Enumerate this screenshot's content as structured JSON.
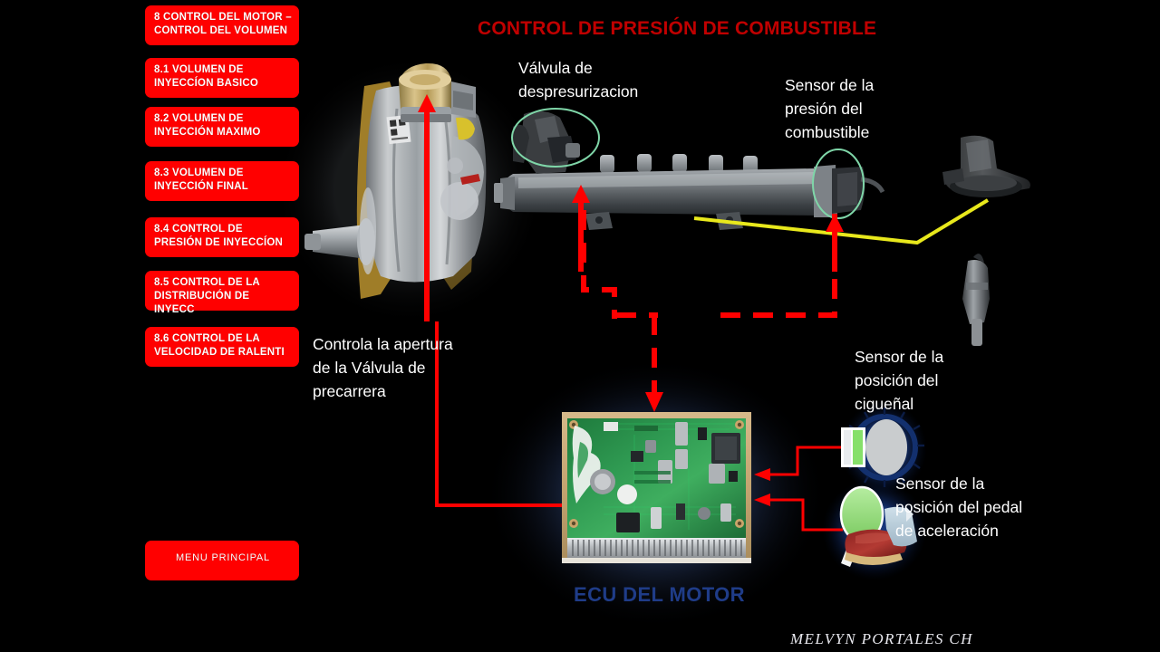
{
  "page": {
    "background": "#000000",
    "title": "CONTROL DE PRESIÓN DE COMBUSTIBLE",
    "title_color": "#C00000",
    "signature": "MELVYN  PORTALES CH"
  },
  "sidebar": {
    "accent_color": "#FF0000",
    "items": [
      {
        "label": "8 CONTROL DEL MOTOR –\nCONTROL DEL VOLUMEN"
      },
      {
        "label": "8.1 VOLUMEN DE\nINYECCÍON BASICO"
      },
      {
        "label": "8.2  VOLUMEN DE\nINYECCIÓN MAXIMO"
      },
      {
        "label": "8.3 VOLUMEN DE\nINYECCIÓN FINAL"
      },
      {
        "label": "8.4  CONTROL DE\nPRESIÓN DE INYECCÍON"
      },
      {
        "label": "8.5  CONTROL DE  LA\nDISTRIBUCIÓN DE  INYECC"
      },
      {
        "label": "8.6 CONTROL DE LA\nVELOCIDAD DE RALENTI"
      }
    ],
    "menu_button": "MENU PRINCIPAL"
  },
  "callouts": {
    "depressurization_valve": "Válvula de\ndespresurizacion",
    "fuel_pressure_sensor": "Sensor de la\npresión del\ncombustible",
    "pump_control": "Controla la apertura\nde la Válvula de\nprecarrera",
    "crankshaft_sensor": "Sensor de la\nposición del\ncigueñal",
    "pedal_sensor": "Sensor de la\nposición del pedal\nde aceleración",
    "ecu": "ECU DEL MOTOR"
  },
  "graphics": {
    "pump_name": "high-pressure-fuel-pump",
    "rail_name": "common-rail",
    "ecu_name": "engine-ecu-board",
    "injector_name": "fuel-injector",
    "regulator_name": "pressure-regulator",
    "highlight_ellipse_color": "#7FD6A8",
    "signal_wire_color": "#E8E81C",
    "arrow_color": "#FF0000",
    "ecu_text_color": "#1F3C88"
  }
}
